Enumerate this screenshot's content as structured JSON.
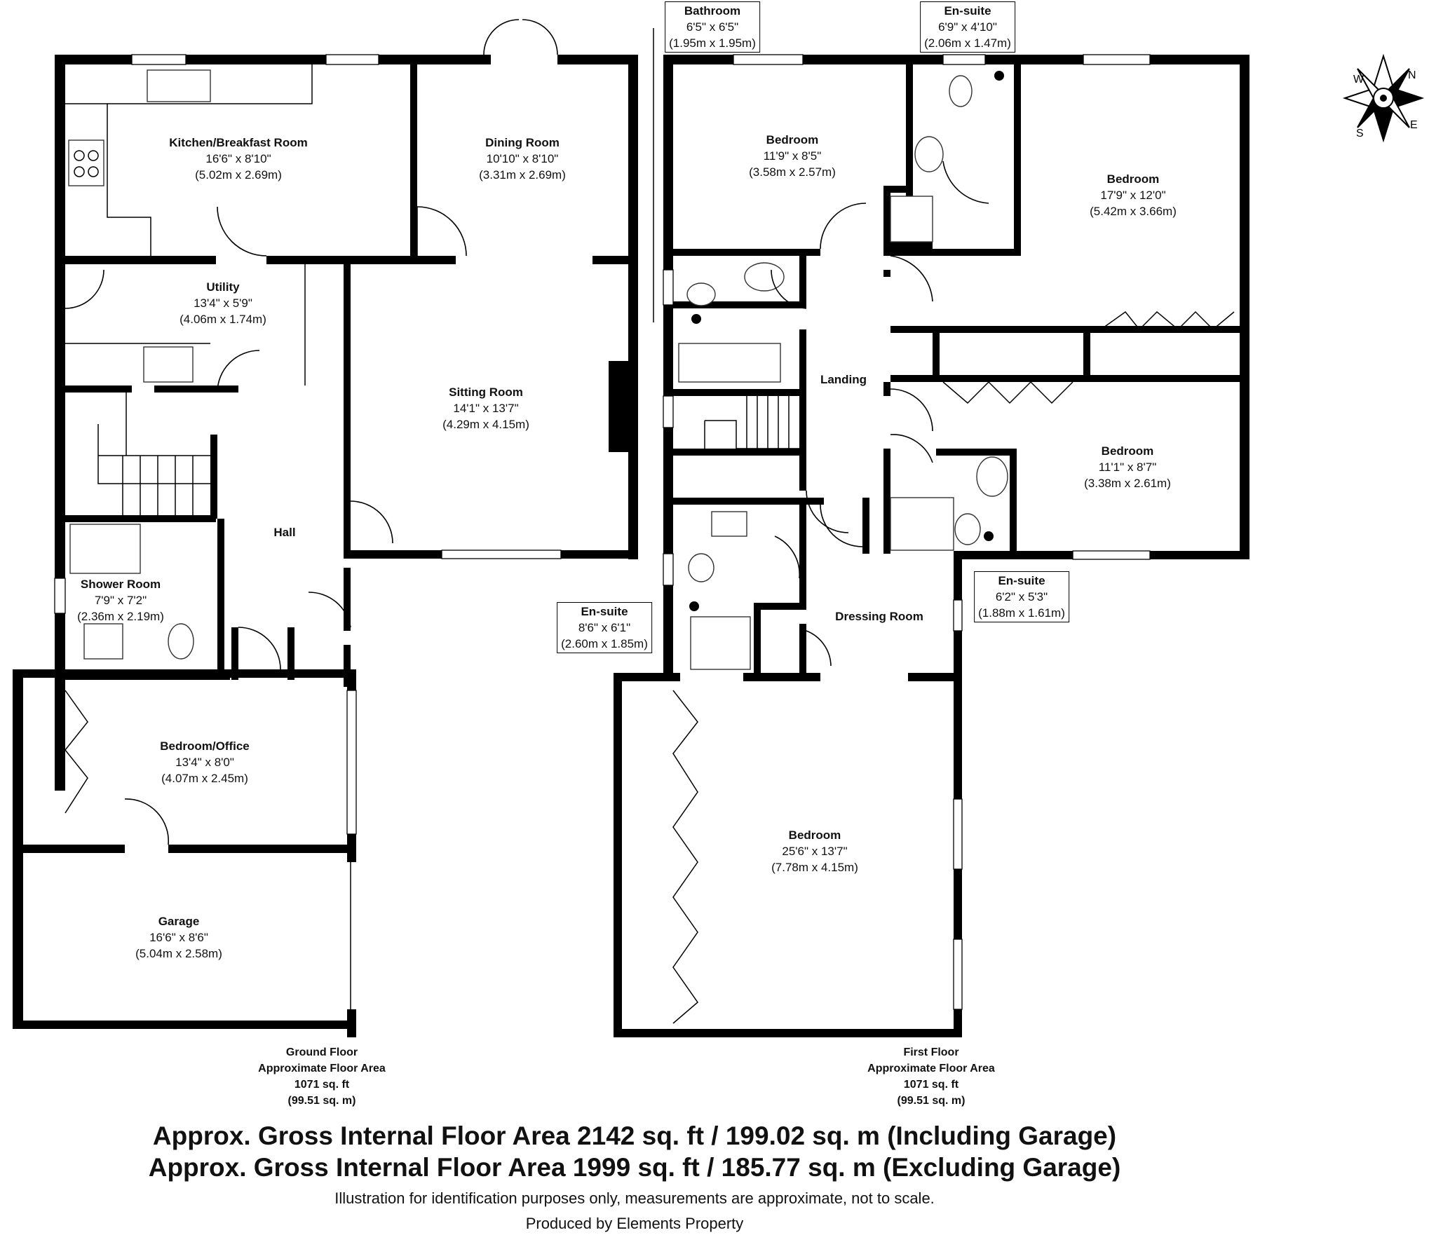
{
  "ground_floor": {
    "rooms": [
      {
        "name": "Kitchen/Breakfast Room",
        "imperial": "16'6\" x 8'10\"",
        "metric": "(5.02m x 2.69m)"
      },
      {
        "name": "Dining Room",
        "imperial": "10'10\" x 8'10\"",
        "metric": "(3.31m x 2.69m)"
      },
      {
        "name": "Utility",
        "imperial": "13'4\" x 5'9\"",
        "metric": "(4.06m x 1.74m)"
      },
      {
        "name": "Sitting Room",
        "imperial": "14'1\" x 13'7\"",
        "metric": "(4.29m x 4.15m)"
      },
      {
        "name": "Hall"
      },
      {
        "name": "Shower Room",
        "imperial": "7'9\" x 7'2\"",
        "metric": "(2.36m x 2.19m)"
      },
      {
        "name": "Bedroom/Office",
        "imperial": "13'4\" x 8'0\"",
        "metric": "(4.07m x 2.45m)"
      },
      {
        "name": "Garage",
        "imperial": "16'6\" x 8'6\"",
        "metric": "(5.04m x 2.58m)"
      }
    ],
    "caption": [
      "Ground Floor",
      "Approximate Floor Area",
      "1071 sq. ft",
      "(99.51 sq. m)"
    ]
  },
  "first_floor": {
    "rooms": [
      {
        "name": "Bathroom",
        "imperial": "6'5\" x 6'5\"",
        "metric": "(1.95m x 1.95m)"
      },
      {
        "name": "En-suite",
        "imperial": "6'9\" x 4'10\"",
        "metric": "(2.06m x 1.47m)"
      },
      {
        "name": "Bedroom",
        "imperial": "11'9\" x 8'5\"",
        "metric": "(3.58m x 2.57m)"
      },
      {
        "name": "Bedroom",
        "imperial": "17'9\" x 12'0\"",
        "metric": "(5.42m x 3.66m)"
      },
      {
        "name": "Landing"
      },
      {
        "name": "Bedroom",
        "imperial": "11'1\" x 8'7\"",
        "metric": "(3.38m x 2.61m)"
      },
      {
        "name": "En-suite",
        "imperial": "6'2\" x 5'3\"",
        "metric": "(1.88m x 1.61m)"
      },
      {
        "name": "En-suite",
        "imperial": "8'6\" x 6'1\"",
        "metric": "(2.60m x 1.85m)"
      },
      {
        "name": "Dressing Room"
      },
      {
        "name": "Bedroom",
        "imperial": "25'6\" x 13'7\"",
        "metric": "(7.78m x 4.15m)"
      }
    ],
    "caption": [
      "First Floor",
      "Approximate Floor Area",
      "1071 sq. ft",
      "(99.51 sq. m)"
    ]
  },
  "compass": {
    "letters": [
      "N",
      "E",
      "S",
      "W"
    ]
  },
  "summary": {
    "gross_including": "Approx. Gross Internal Floor Area 2142 sq. ft / 199.02 sq. m (Including Garage)",
    "gross_excluding": "Approx. Gross Internal Floor Area 1999 sq. ft / 185.77 sq. m (Excluding Garage)",
    "disclaimer": "Illustration for identification purposes only, measurements are approximate, not to scale.",
    "credit": "Produced by Elements Property"
  }
}
